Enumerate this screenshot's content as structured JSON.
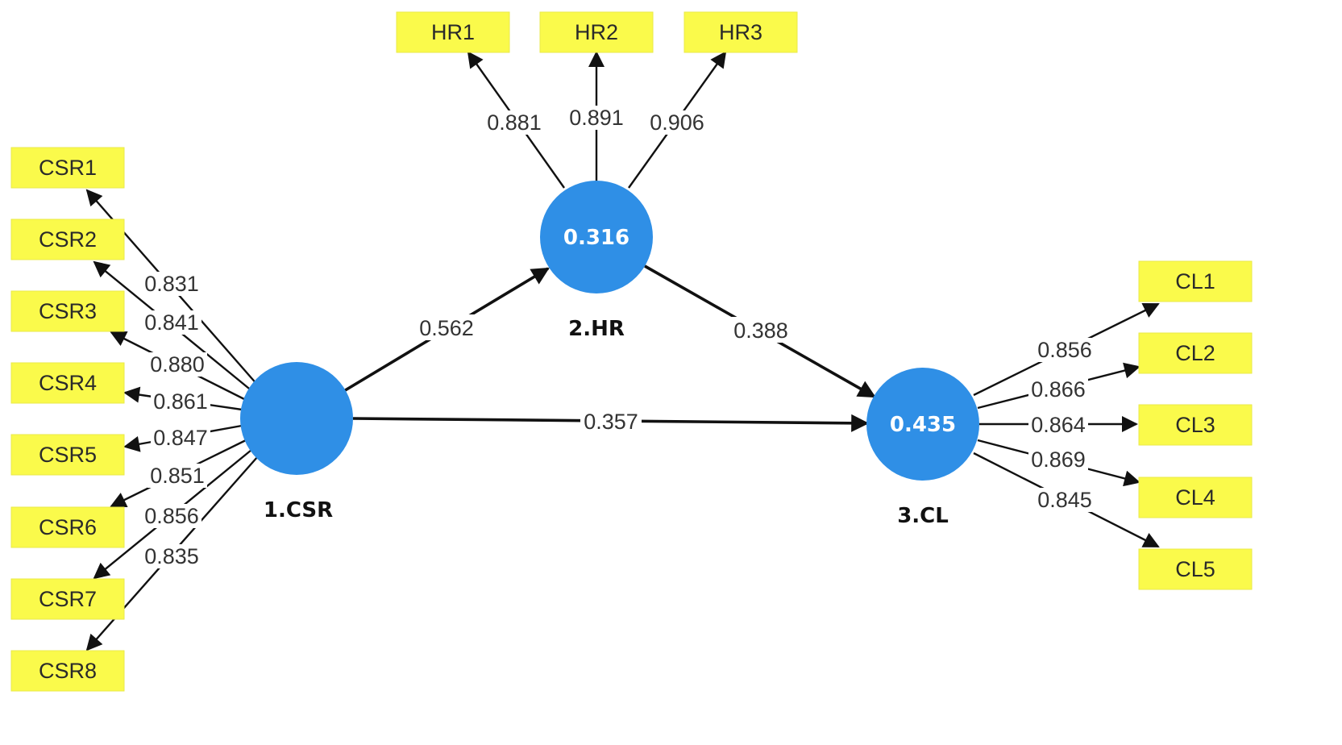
{
  "constructs": {
    "csr": {
      "name": "1.CSR",
      "r2": ""
    },
    "hr": {
      "name": "2.HR",
      "r2": "0.316"
    },
    "cl": {
      "name": "3.CL",
      "r2": "0.435"
    }
  },
  "indicators": {
    "csr": [
      "CSR1",
      "CSR2",
      "CSR3",
      "CSR4",
      "CSR5",
      "CSR6",
      "CSR7",
      "CSR8"
    ],
    "hr": [
      "HR1",
      "HR2",
      "HR3"
    ],
    "cl": [
      "CL1",
      "CL2",
      "CL3",
      "CL4",
      "CL5"
    ]
  },
  "loadings": {
    "csr": [
      "0.831",
      "0.841",
      "0.880",
      "0.861",
      "0.847",
      "0.851",
      "0.856",
      "0.835"
    ],
    "hr": [
      "0.881",
      "0.891",
      "0.906"
    ],
    "cl": [
      "0.856",
      "0.866",
      "0.864",
      "0.869",
      "0.845"
    ]
  },
  "paths": {
    "csr_hr": "0.562",
    "hr_cl": "0.388",
    "csr_cl": "0.357"
  },
  "colors": {
    "construct": "#2f8fe6",
    "indicator": "#fafa4b"
  }
}
